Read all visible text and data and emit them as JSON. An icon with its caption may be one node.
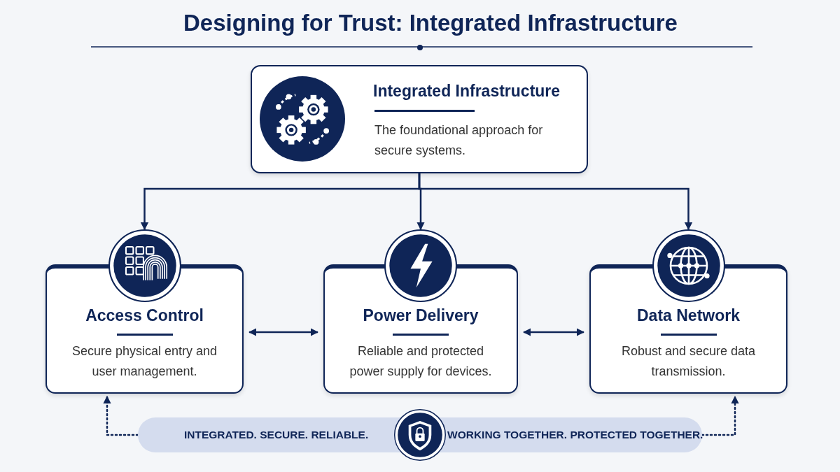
{
  "diagram": {
    "title": "Designing for Trust: Integrated Infrastructure",
    "nodes": [
      {
        "text": [
          "Integrated Infrastructure",
          "The foundational approach for secure systems."
        ]
      },
      {
        "text": [
          "Access Control",
          "Secure physical entry and user management."
        ]
      },
      {
        "text": [
          "Power Delivery",
          "Reliable and protected power supply for devices."
        ]
      },
      {
        "text": [
          "Data Network",
          "Robust and secure data transmission."
        ]
      },
      {
        "text": [
          "INTEGRATED. SECURE. RELIABLE.",
          "WORKING TOGETHER. PROTECTED TOGETHER."
        ]
      }
    ],
    "edges": [
      {
        "from": 0,
        "to": 1,
        "arrow": "to"
      },
      {
        "from": 0,
        "to": 2,
        "arrow": "to"
      },
      {
        "from": 0,
        "to": 3,
        "arrow": "to"
      },
      {
        "from": 1,
        "to": 2,
        "arrow": "both"
      },
      {
        "from": 2,
        "to": 3,
        "arrow": "both"
      },
      {
        "from": 4,
        "to": 1,
        "arrow": "to",
        "style": "dashed"
      },
      {
        "from": 4,
        "to": 3,
        "arrow": "to",
        "style": "dashed"
      }
    ]
  }
}
